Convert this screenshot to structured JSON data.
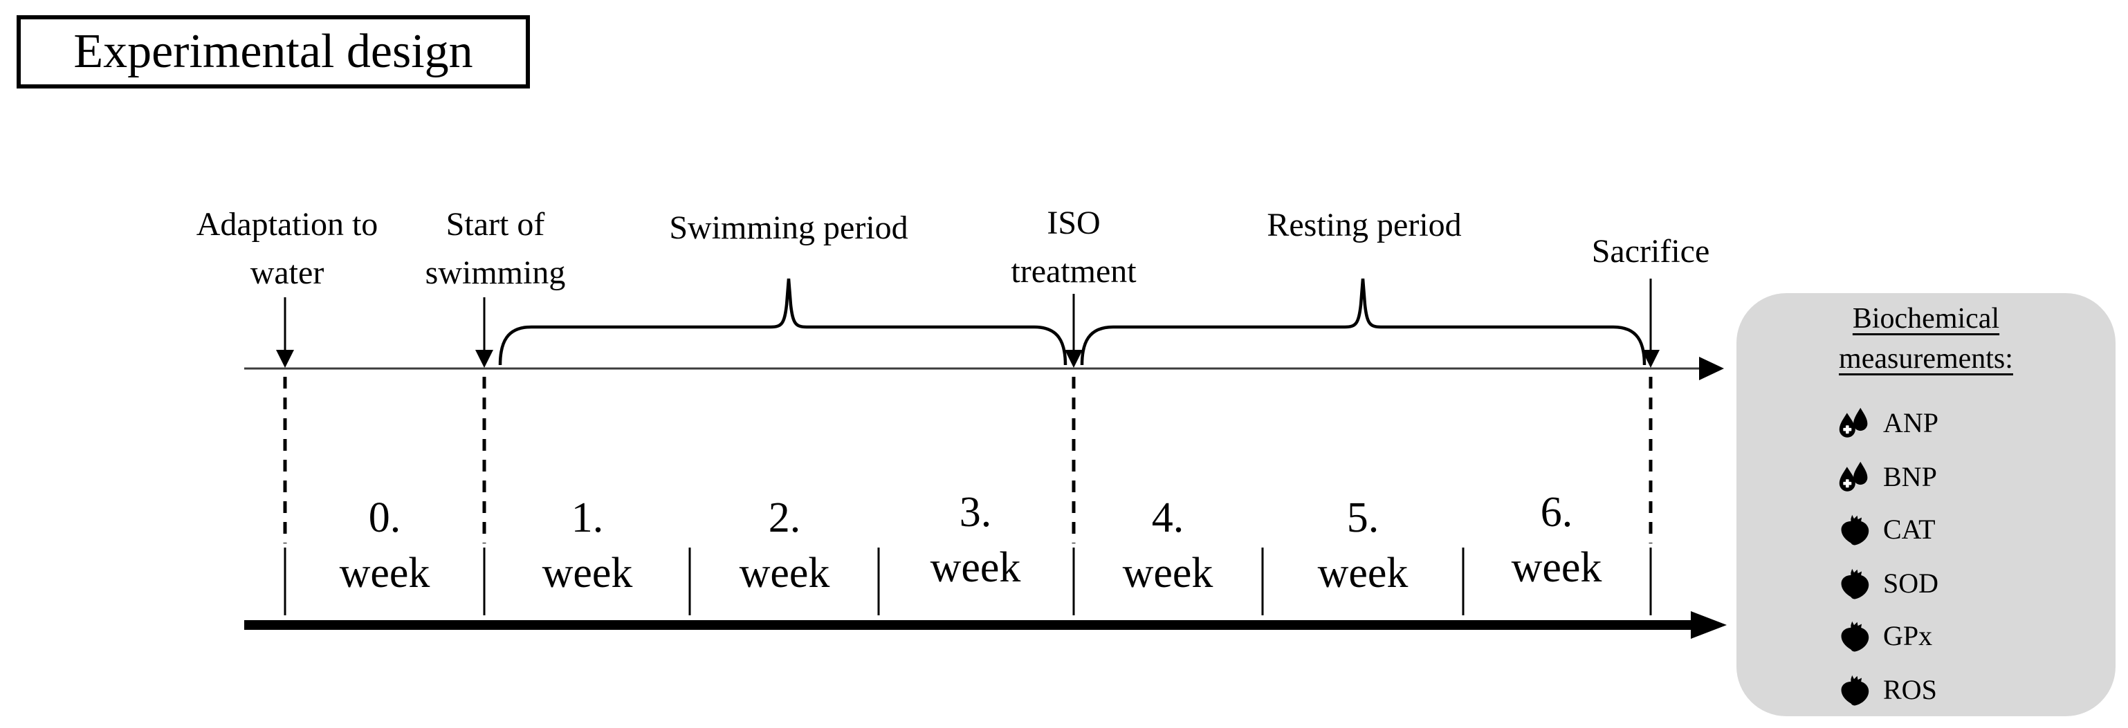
{
  "title": "Experimental design",
  "timeline": {
    "events": {
      "adaptation": {
        "line1": "Adaptation to",
        "line2": "water"
      },
      "start_swimming": {
        "line1": "Start of",
        "line2": "swimming"
      },
      "swimming_period": {
        "label": "Swimming period"
      },
      "iso_treatment": {
        "line1": "ISO",
        "line2": "treatment"
      },
      "resting_period": {
        "label": "Resting period"
      },
      "sacrifice": {
        "label": "Sacrifice"
      }
    },
    "weeks": [
      {
        "number": "0.",
        "unit": "week"
      },
      {
        "number": "1.",
        "unit": "week"
      },
      {
        "number": "2.",
        "unit": "week"
      },
      {
        "number": "3.",
        "unit": "week"
      },
      {
        "number": "4.",
        "unit": "week"
      },
      {
        "number": "5.",
        "unit": "week"
      },
      {
        "number": "6.",
        "unit": "week"
      }
    ]
  },
  "panel": {
    "heading_line1": "Biochemical",
    "heading_line2": "measurements:",
    "items": [
      {
        "icon": "blood-drops-icon",
        "label": "ANP"
      },
      {
        "icon": "blood-drops-icon",
        "label": "BNP"
      },
      {
        "icon": "heart-icon",
        "label": "CAT"
      },
      {
        "icon": "heart-icon",
        "label": "SOD"
      },
      {
        "icon": "heart-icon",
        "label": "GPx"
      },
      {
        "icon": "heart-icon",
        "label": "ROS"
      }
    ]
  },
  "colors": {
    "ink": "#000000",
    "axis_gray": "#3c3c3c",
    "panel_bg": "#d9d9d9"
  }
}
